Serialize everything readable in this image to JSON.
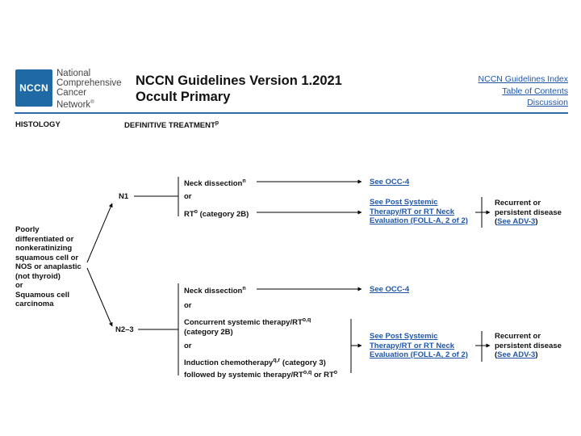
{
  "header": {
    "logo_abbrev": "NCCN",
    "logo_name": [
      "National",
      "Comprehensive",
      "Cancer",
      "Network"
    ],
    "logo_mark": "®",
    "title_line1": "NCCN Guidelines Version 1.2021",
    "title_line2": "Occult Primary",
    "links": [
      "NCCN Guidelines Index",
      "Table of Contents",
      "Discussion"
    ],
    "accent_color": "#1f6aa5"
  },
  "columns": {
    "histology": "HISTOLOGY",
    "treatment": "DEFINITIVE TREATMENT",
    "treatment_sup": "p"
  },
  "histology_text": [
    "Poorly",
    "differentiated or",
    "nonkeratinizing",
    "squamous cell or",
    "NOS or anaplastic",
    "(not thyroid)",
    "or",
    "Squamous cell",
    "carcinoma"
  ],
  "n1": {
    "label": "N1",
    "option1": "Neck dissection",
    "option1_sup": "n",
    "or1": "or",
    "option2": "RT",
    "option2_sup": "o",
    "option2_tail": " (category 2B)",
    "link1": "See OCC-4",
    "link2": [
      "See Post Systemic",
      "Therapy/RT or RT Neck",
      "Evaluation (FOLL-A, 2 of 2)"
    ],
    "outcome": [
      "Recurrent or",
      "persistent disease"
    ],
    "outcome_link": "See ADV-3"
  },
  "n23": {
    "label": "N2–3",
    "option1": "Neck dissection",
    "option1_sup": "n",
    "or1": "or",
    "option2": "Concurrent systemic therapy/RT",
    "option2_sup": "o,q",
    "option2_tail": "(category 2B)",
    "or2": "or",
    "option3a": "Induction chemotherapy",
    "option3a_sup": "q,r",
    "option3a_tail": " (category 3)",
    "option3b": "followed by systemic therapy/RT",
    "option3b_sup": "o,q",
    "option3b_mid": " or RT",
    "option3b_sup2": "o",
    "link1": "See OCC-4",
    "link2": [
      "See Post Systemic",
      "Therapy/RT or RT Neck",
      "Evaluation (FOLL-A, 2 of 2)"
    ],
    "outcome": [
      "Recurrent or",
      "persistent disease"
    ],
    "outcome_link": "See ADV-3"
  }
}
